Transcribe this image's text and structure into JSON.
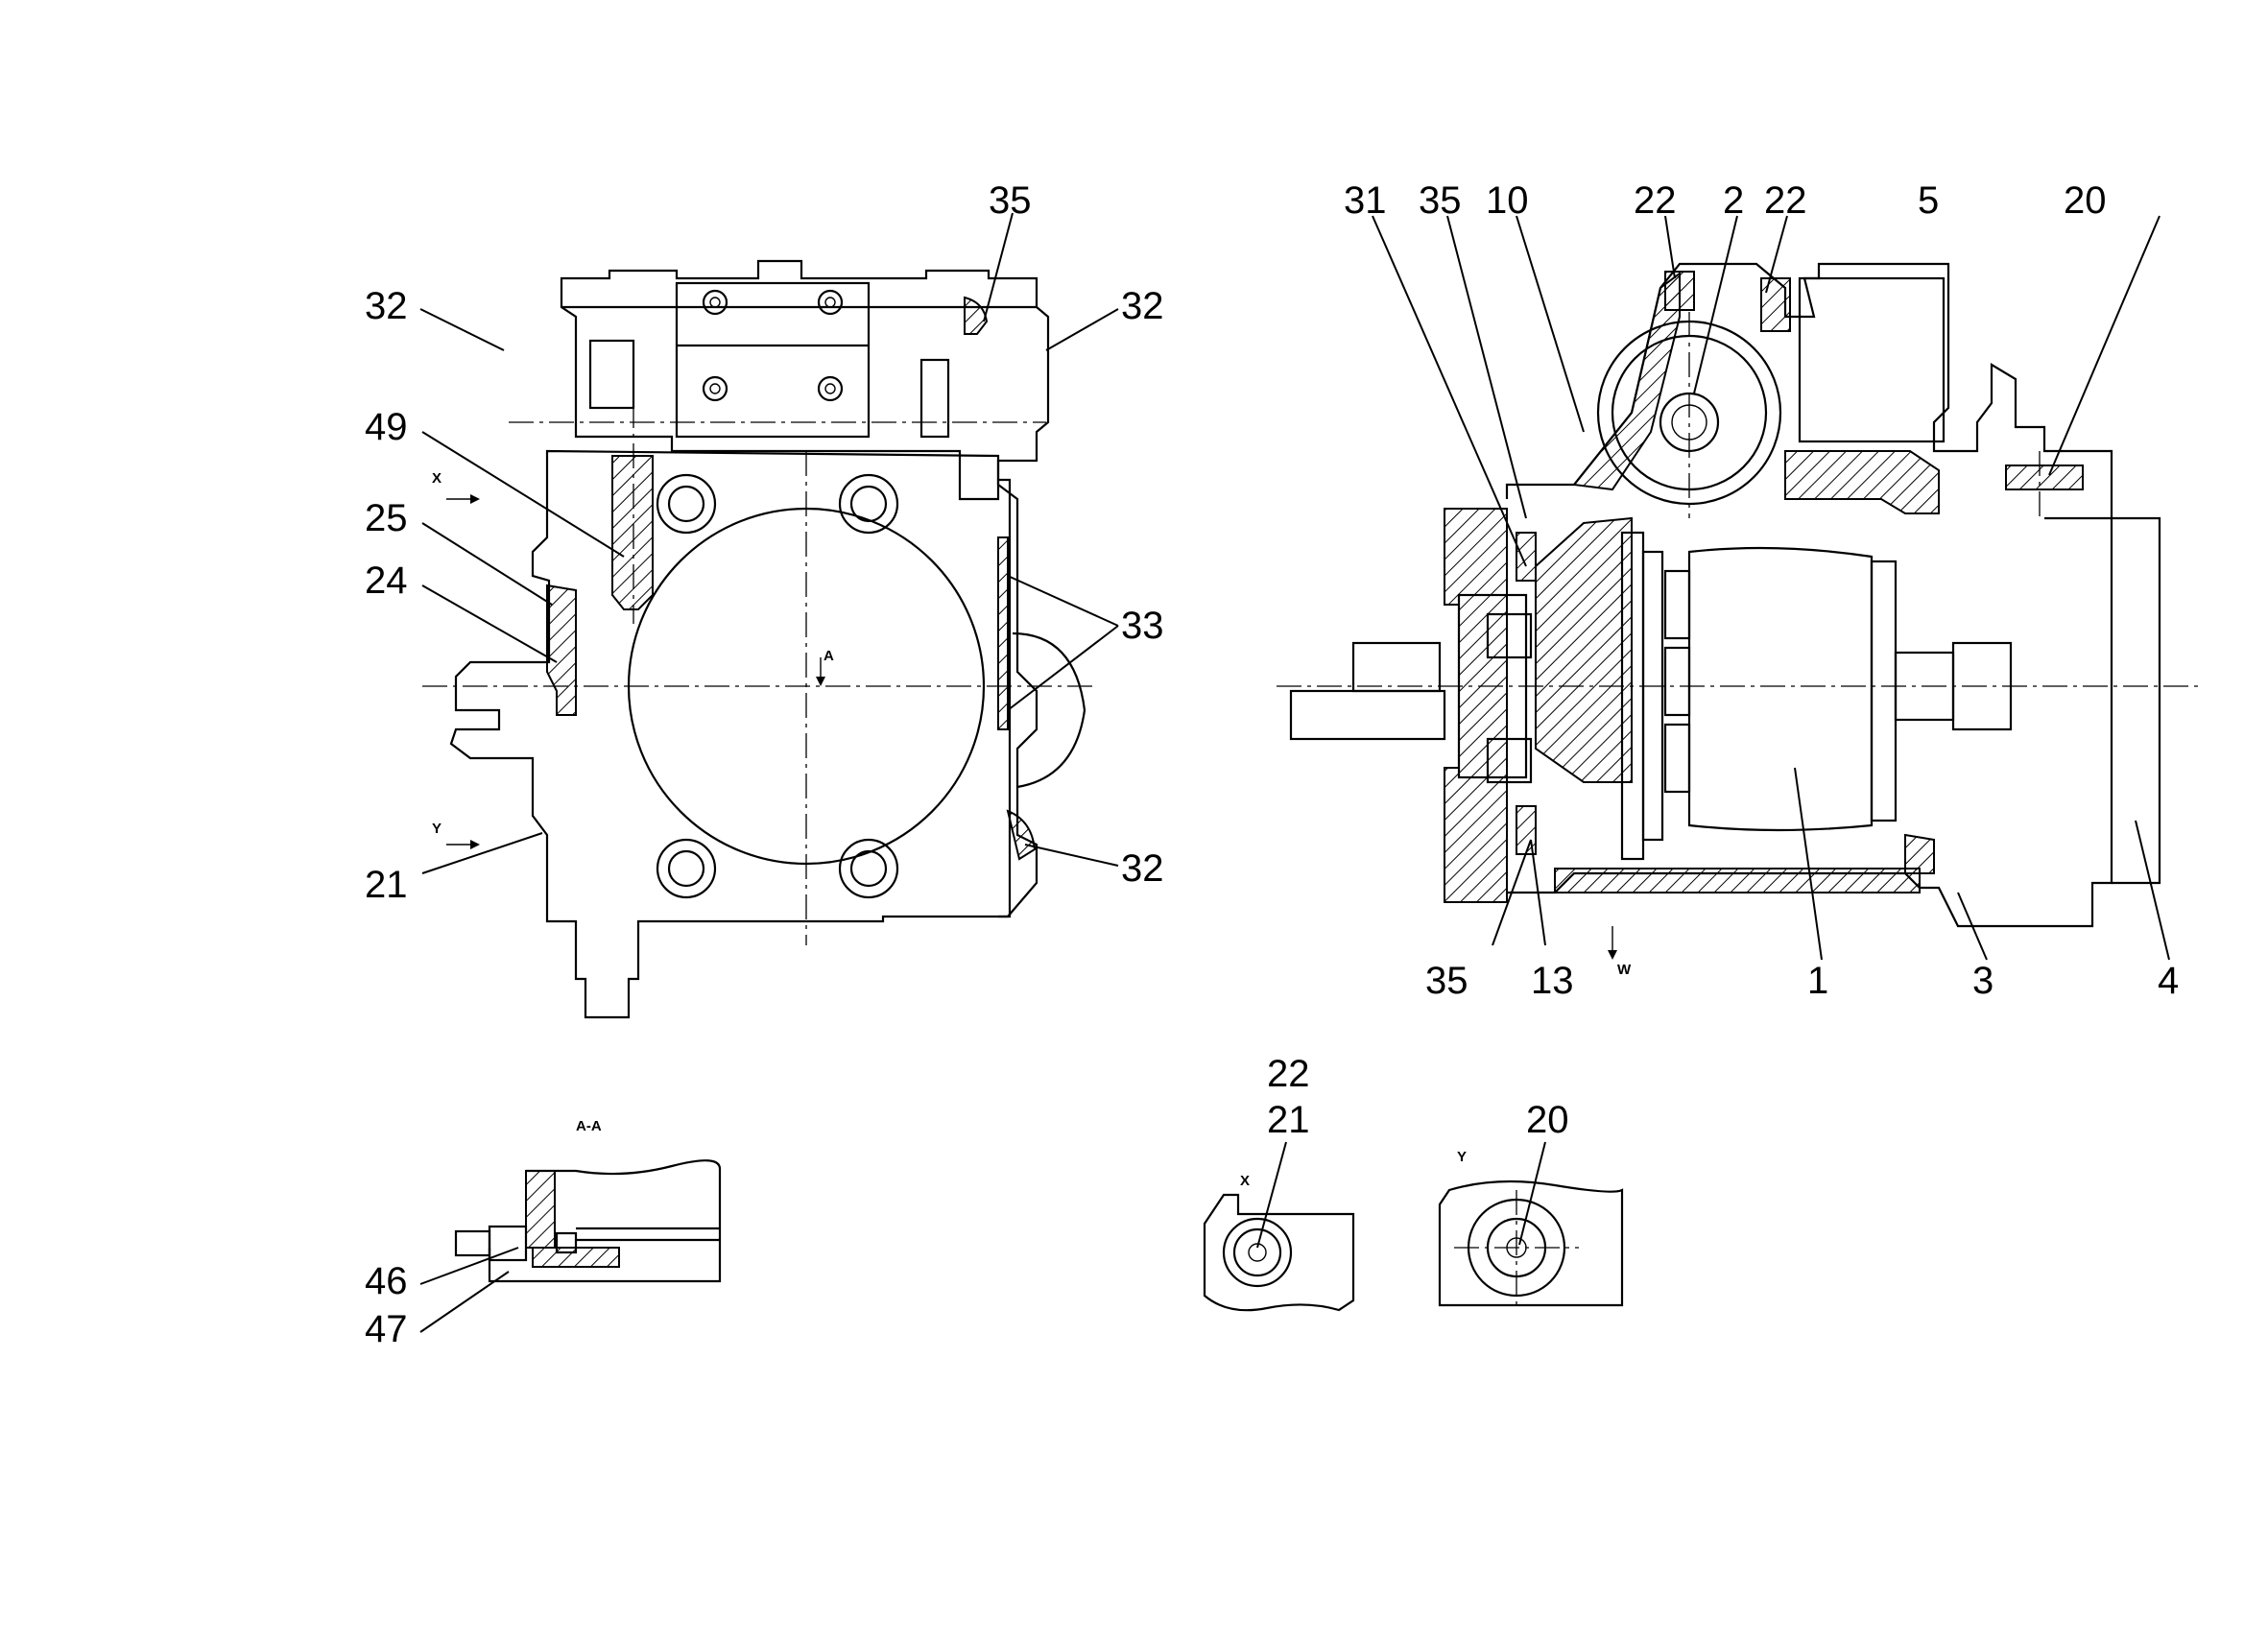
{
  "callouts": {
    "l32a": "32",
    "l35a": "35",
    "l32b": "32",
    "l49": "49",
    "l25": "25",
    "l24": "24",
    "l33": "33",
    "l21": "21",
    "l32c": "32",
    "l31": "31",
    "l35b": "35",
    "l10": "10",
    "l22a": "22",
    "l2": "2",
    "l22b": "22",
    "l5": "5",
    "l20": "20",
    "l35c": "35",
    "l13": "13",
    "l1": "1",
    "l3": "3",
    "l4": "4",
    "l46": "46",
    "l47": "47",
    "l22c": "22",
    "l21b": "21",
    "l20b": "20"
  },
  "view_marks": {
    "x_arrow": "X",
    "y_arrow": "Y",
    "a_mark": "A",
    "w_mark": "W",
    "section_aa": "A-A",
    "detail_x": "X",
    "detail_y": "Y"
  }
}
